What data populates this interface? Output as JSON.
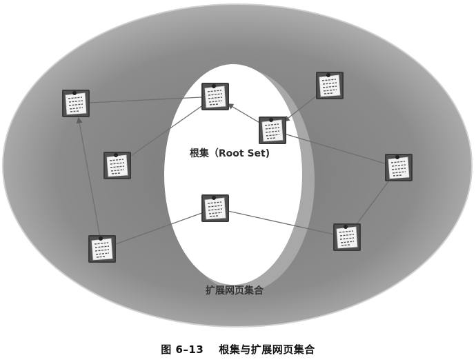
{
  "diagram": {
    "root_set_label": "根集（Root Set)",
    "expanded_set_label": "扩展网页集合",
    "figure_number": "图 6–13",
    "figure_title": "根集与扩展网页集合"
  },
  "nodes": [
    {
      "id": "p1",
      "icon": "webpage-note-icon",
      "set": "expanded"
    },
    {
      "id": "p2",
      "icon": "webpage-note-icon",
      "set": "root"
    },
    {
      "id": "p3",
      "icon": "webpage-note-icon",
      "set": "expanded"
    },
    {
      "id": "p4",
      "icon": "webpage-note-icon",
      "set": "root"
    },
    {
      "id": "p5",
      "icon": "webpage-note-icon",
      "set": "expanded"
    },
    {
      "id": "p6",
      "icon": "webpage-note-icon",
      "set": "expanded"
    },
    {
      "id": "p7",
      "icon": "webpage-note-icon",
      "set": "root"
    },
    {
      "id": "p8",
      "icon": "webpage-note-icon",
      "set": "expanded"
    },
    {
      "id": "p9",
      "icon": "webpage-note-icon",
      "set": "expanded"
    }
  ],
  "edges": [
    {
      "from": "p1",
      "to": "p2",
      "arrow": false
    },
    {
      "from": "p4",
      "to": "p2",
      "arrow": true
    },
    {
      "from": "p3",
      "to": "p4",
      "arrow": true
    },
    {
      "from": "p2",
      "to": "p5",
      "arrow": false
    },
    {
      "from": "p4",
      "to": "p6",
      "arrow": false
    },
    {
      "from": "p6",
      "to": "p9",
      "arrow": false
    },
    {
      "from": "p7",
      "to": "p9",
      "arrow": false
    },
    {
      "from": "p7",
      "to": "p8",
      "arrow": false
    },
    {
      "from": "p8",
      "to": "p1",
      "arrow": true
    }
  ],
  "colors": {
    "outer_fill": "#8a8a8a",
    "outer_edge": "#c4c4c4",
    "inner_fill": "#ffffff",
    "shadow": "#a9a9a9",
    "line": "#6f6f6f",
    "icon_frame": "#3a3a3a",
    "paper": "#f2f2f2"
  }
}
